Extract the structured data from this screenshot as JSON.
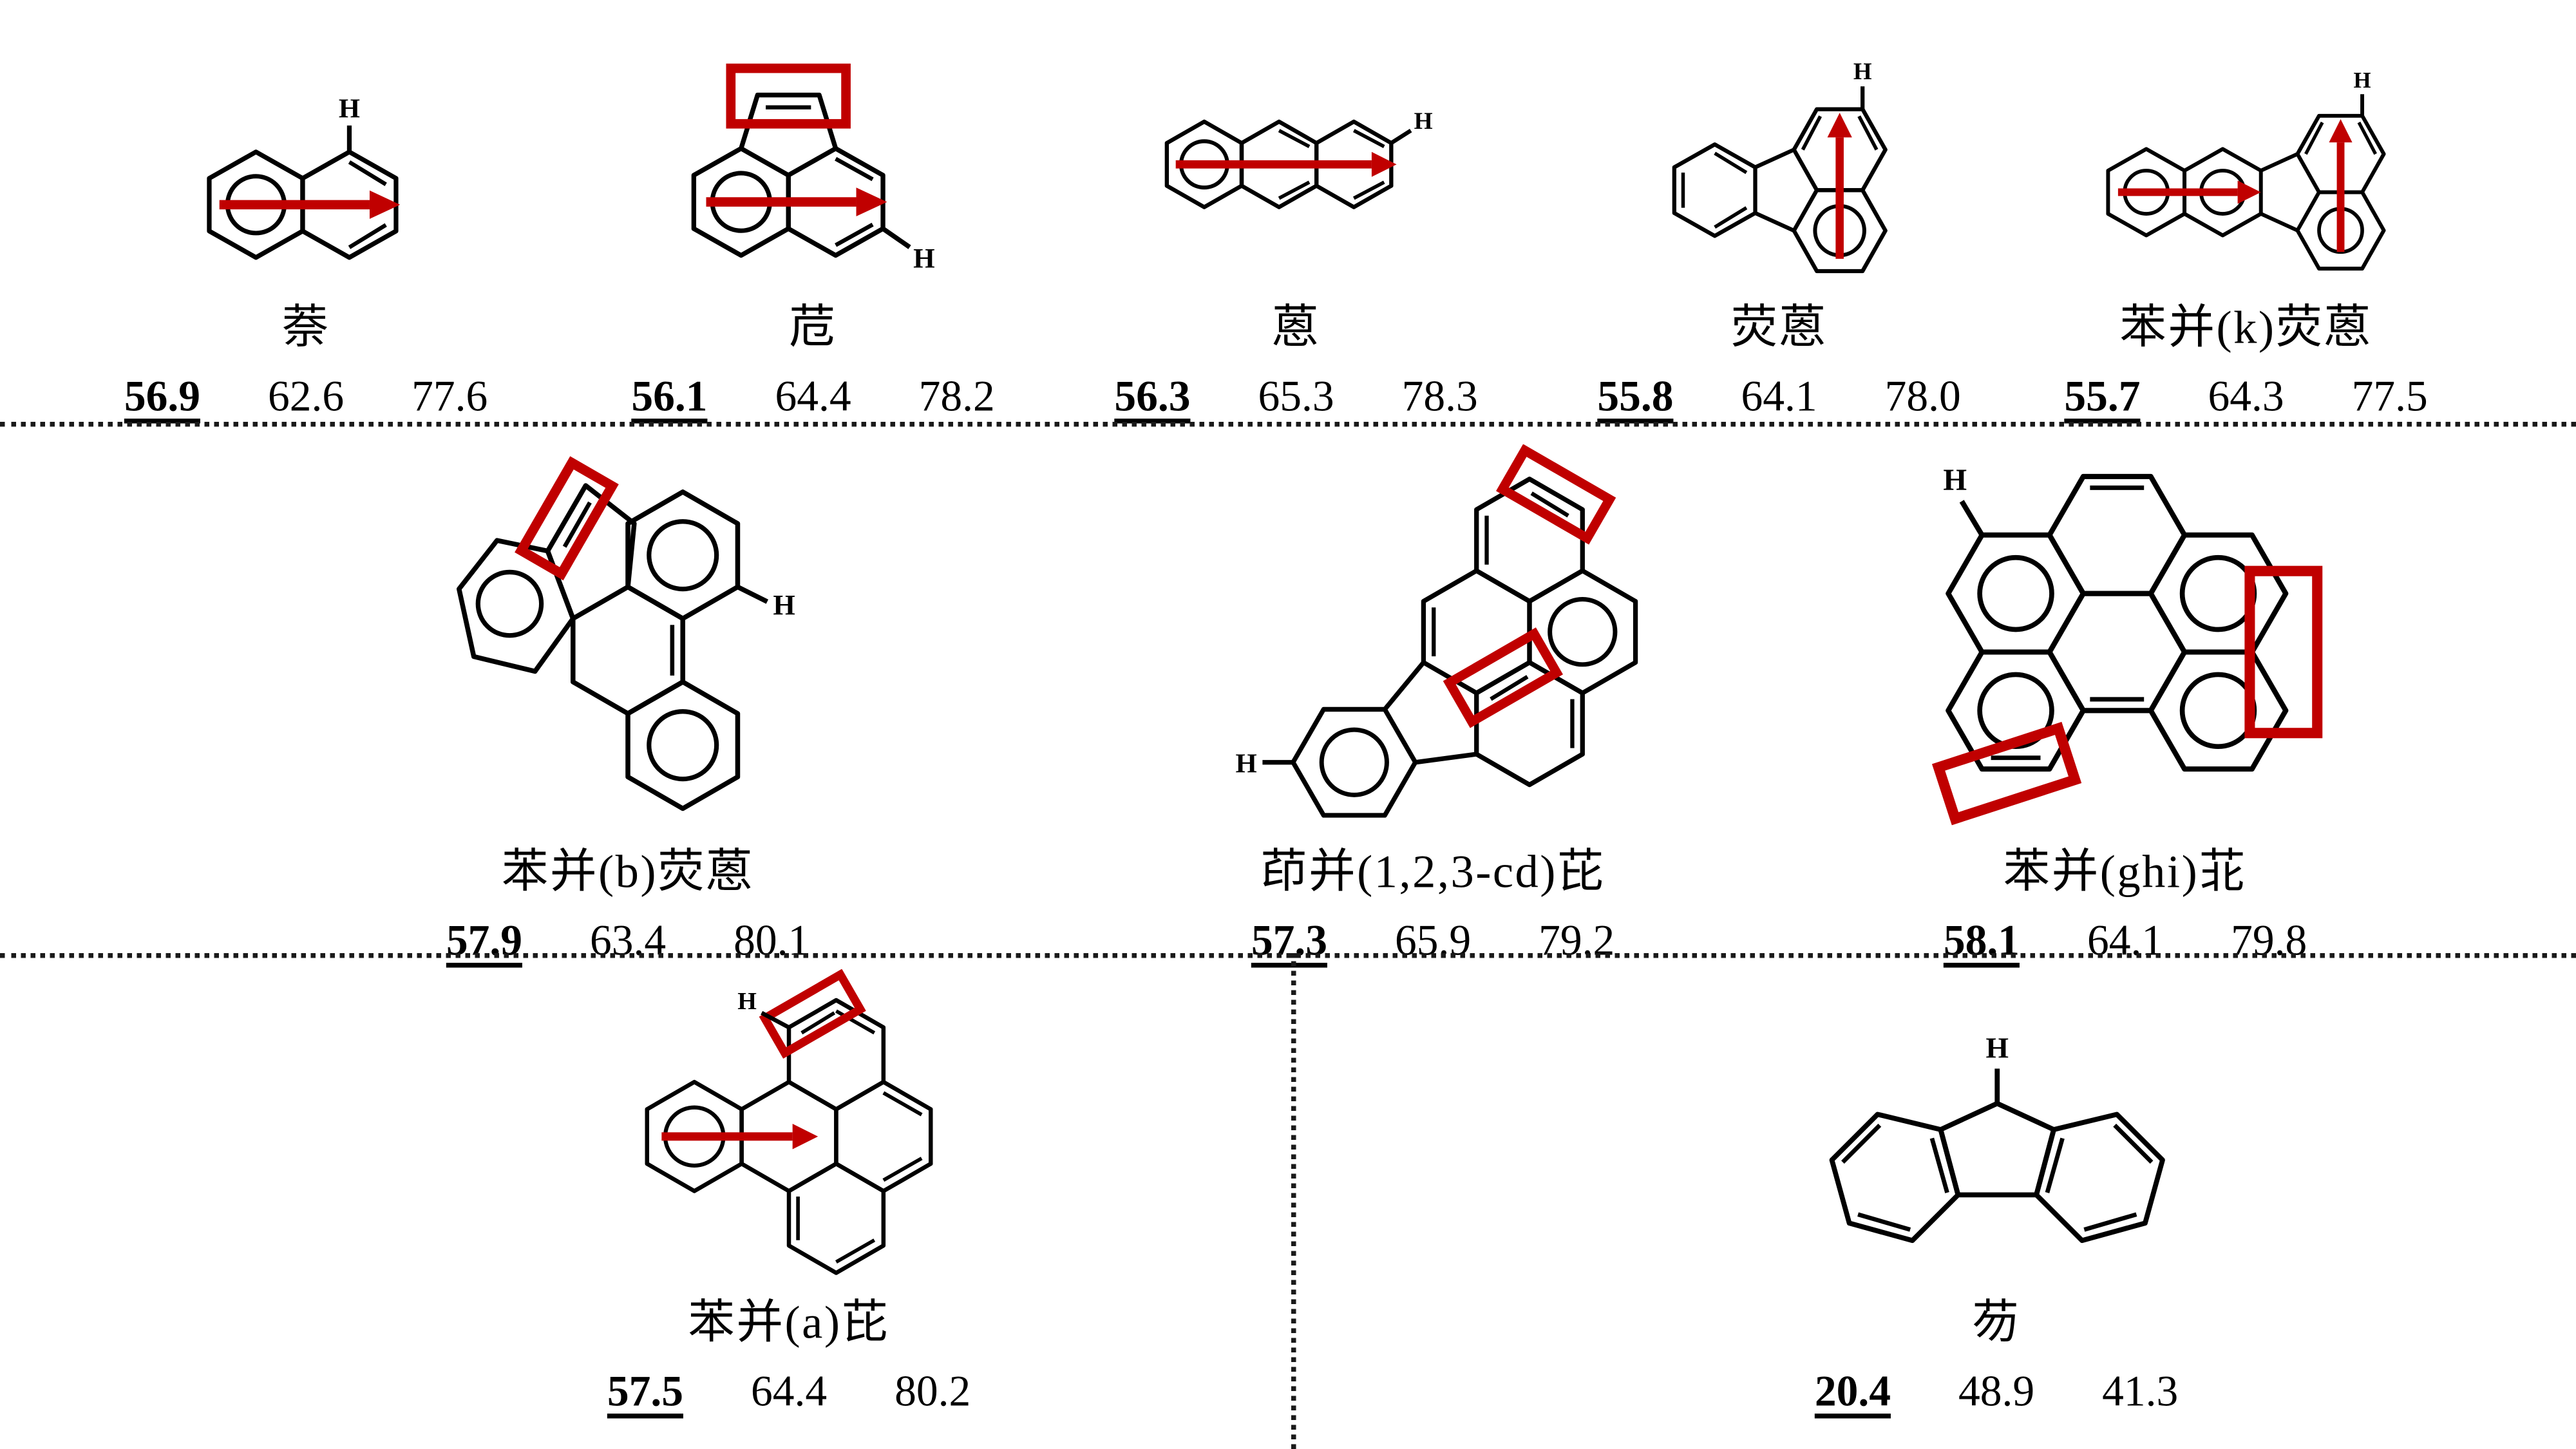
{
  "figure": {
    "background": "#ffffff",
    "accent_color": "#c00000"
  },
  "labels": {
    "h": "H"
  },
  "molecules": [
    {
      "name": "萘",
      "values": [
        "56.9",
        "62.6",
        "77.6"
      ]
    },
    {
      "name": "苊",
      "values": [
        "56.1",
        "64.4",
        "78.2"
      ]
    },
    {
      "name": "蒽",
      "values": [
        "56.3",
        "65.3",
        "78.3"
      ]
    },
    {
      "name": "荧蒽",
      "values": [
        "55.8",
        "64.1",
        "78.0"
      ]
    },
    {
      "name": "苯并(k)荧蒽",
      "values": [
        "55.7",
        "64.3",
        "77.5"
      ]
    },
    {
      "name": "苯并(b)荧蒽",
      "values": [
        "57.9",
        "63.4",
        "80.1"
      ]
    },
    {
      "name": "茚并(1,2,3-cd)芘",
      "values": [
        "57.3",
        "65.9",
        "79.2"
      ]
    },
    {
      "name": "苯并(ghi)苝",
      "values": [
        "58.1",
        "64.1",
        "79.8"
      ]
    },
    {
      "name": "苯并(a)芘",
      "values": [
        "57.5",
        "64.4",
        "80.2"
      ]
    },
    {
      "name": "芴",
      "values": [
        "20.4",
        "48.9",
        "41.3"
      ]
    }
  ]
}
